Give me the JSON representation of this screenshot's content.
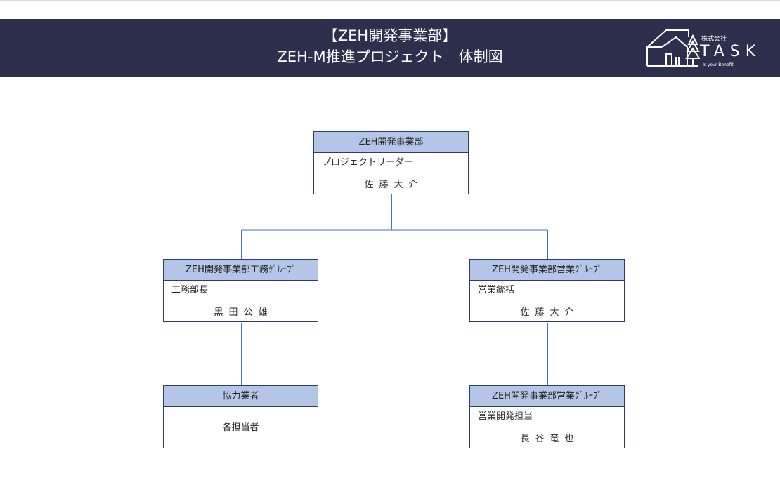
{
  "banner": {
    "title_line1": "【ZEH開発事業部】",
    "title_line2": "ZEH-M推進プロジェクト　体制図",
    "bg_color": "#2d2f4d"
  },
  "logo": {
    "small_text": "株式会社",
    "name": "TASK",
    "tagline": "- Is your Benefit -",
    "icon": "house-tree-icon"
  },
  "org": {
    "header_color": "#b4c6e7",
    "border_color": "#2f3c68",
    "line_color": "#4472c4",
    "nodes": {
      "top": {
        "header": "ZEH開発事業部",
        "role": "プロジェクトリーダー",
        "person": "佐藤大介"
      },
      "left_mid": {
        "header": "ZEH開発事業部工務ｸﾞﾙｰﾌﾟ",
        "role": "工務部長",
        "person": "黒田公雄"
      },
      "right_mid": {
        "header": "ZEH開発事業部営業ｸﾞﾙｰﾌﾟ",
        "role": "営業統括",
        "person": "佐藤大介"
      },
      "left_bottom": {
        "header": "協力業者",
        "body": "各担当者"
      },
      "right_bottom": {
        "header": "ZEH開発事業部営業ｸﾞﾙｰﾌﾟ",
        "role": "営業開発担当",
        "person": "長谷竜也"
      }
    }
  }
}
